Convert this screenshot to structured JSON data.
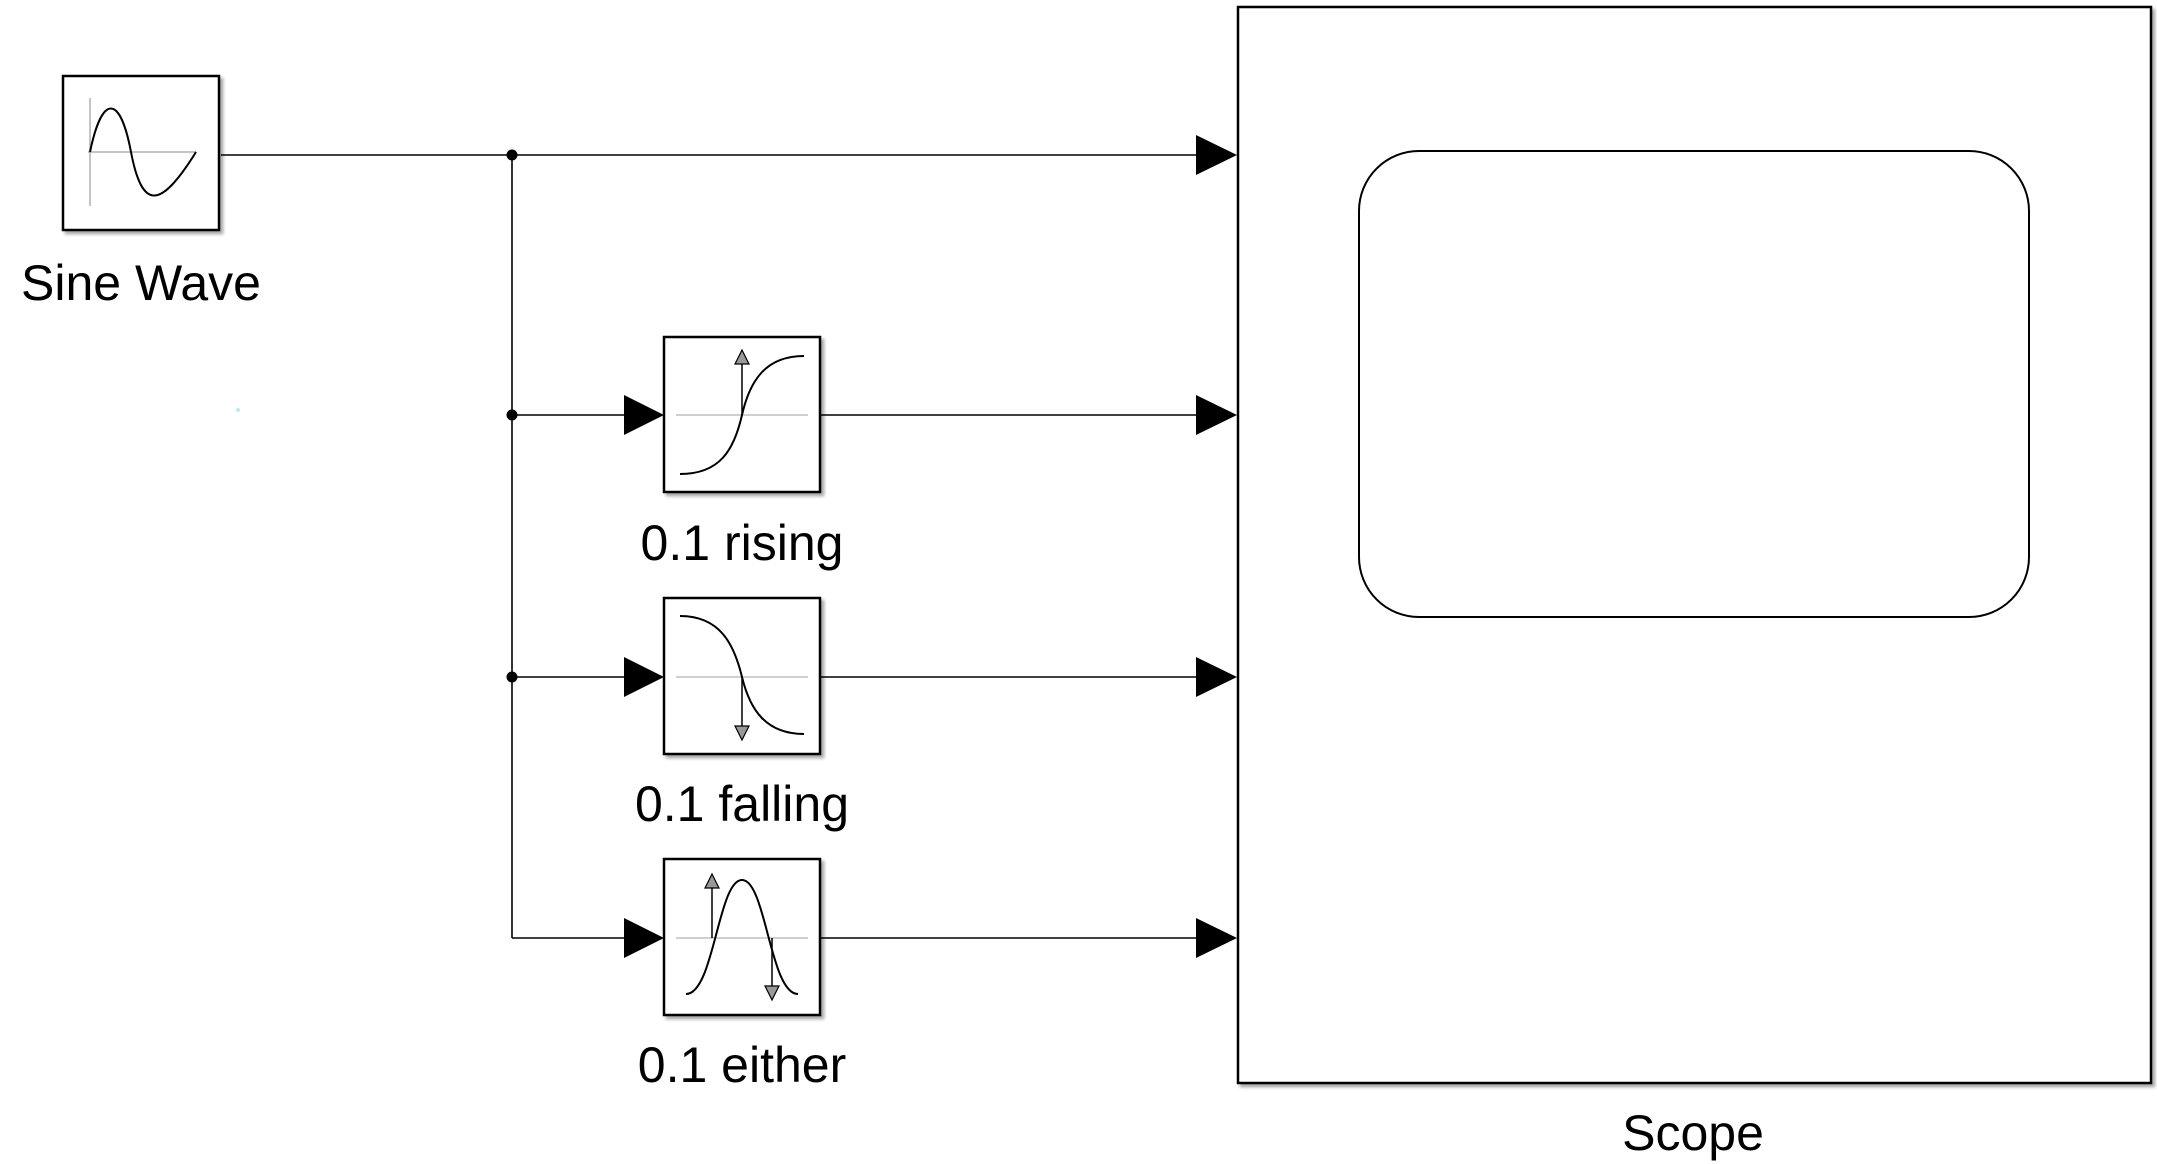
{
  "diagram": {
    "blocks": {
      "sine_wave": {
        "label": "Sine Wave",
        "icon": "sine-wave-icon"
      },
      "rising": {
        "label": "0.1 rising",
        "icon": "rising-edge-icon"
      },
      "falling": {
        "label": "0.1 falling",
        "icon": "falling-edge-icon"
      },
      "either": {
        "label": "0.1 either",
        "icon": "either-edge-icon"
      },
      "scope": {
        "label": "Scope",
        "icon": "scope-display-icon"
      }
    },
    "colors": {
      "line": "#000000",
      "block_fill": "#ffffff",
      "axis": "#b0b0b0",
      "arrowhead_fill": "#999999"
    }
  }
}
